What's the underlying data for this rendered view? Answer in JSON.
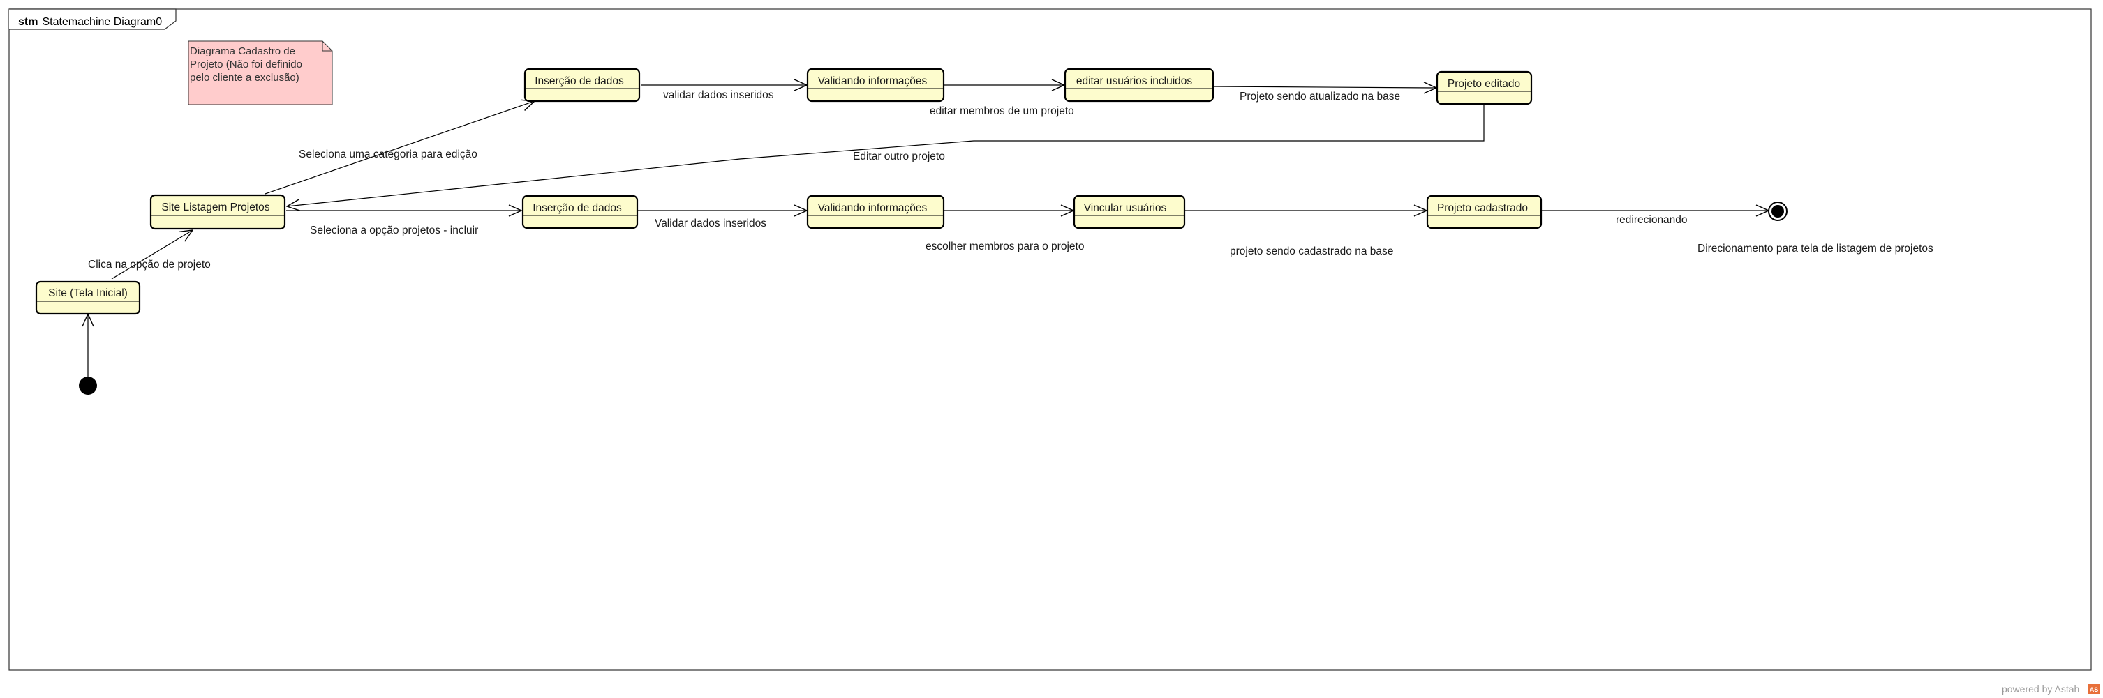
{
  "frame": {
    "kind": "stm",
    "name": "Statemachine Diagram0"
  },
  "note": {
    "lines": [
      "Diagrama Cadastro de",
      "Projeto (Não foi definido",
      "pelo cliente a exclusão)"
    ]
  },
  "states": {
    "site_inicial": "Site (Tela Inicial)",
    "site_listagem": "Site Listagem Projetos",
    "insercao_edit": "Inserção de dados",
    "validando_edit": "Validando informações",
    "editar_usuarios": "editar  usuários incluidos",
    "projeto_editado": "Projeto editado",
    "insercao_incl": "Inserção de dados",
    "validando_incl": "Validando informações",
    "vincular": "Vincular usuários",
    "projeto_cadastrado": "Projeto cadastrado"
  },
  "transitions": {
    "clica_projeto": "Clica na opção de projeto",
    "seleciona_categoria": "Seleciona uma categoria para edição",
    "validar_inseridos": "validar dados inseridos",
    "editar_membros": "editar membros de um projeto",
    "atualizado_base": "Projeto sendo atualizado na base",
    "editar_outro": "Editar outro projeto",
    "seleciona_incluir": "Seleciona a opção projetos - incluir",
    "validar_inseridos_2": "Validar dados inseridos",
    "escolher_membros": "escolher membros para o projeto",
    "cadastrado_base": "projeto sendo cadastrado na base",
    "redirecionando": "redirecionando",
    "direcionamento": "Direcionamento para tela de listagem de projetos"
  },
  "watermark": {
    "prefix": "powered by Astah",
    "badge": "AS"
  },
  "colors": {
    "state_fill": "#fdfccd",
    "note_fill": "#ffcccc",
    "line": "#000000"
  }
}
